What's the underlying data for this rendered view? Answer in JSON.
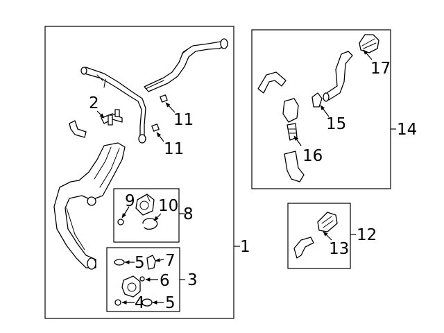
{
  "callouts": {
    "c1": "1",
    "c2": "2",
    "c3": "3",
    "c4": "4",
    "c5a": "5",
    "c5b": "5",
    "c6": "6",
    "c7": "7",
    "c8": "8",
    "c9": "9",
    "c10": "10",
    "c11a": "11",
    "c11b": "11",
    "c12": "12",
    "c13": "13",
    "c14": "14",
    "c15": "15",
    "c16": "16",
    "c17": "17"
  },
  "colors": {
    "line": "#000000",
    "background": "#ffffff"
  }
}
